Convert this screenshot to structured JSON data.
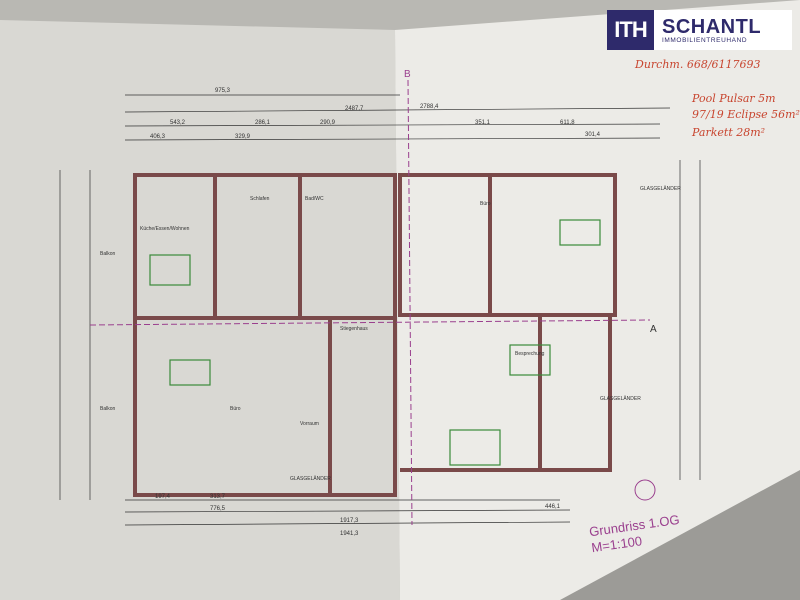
{
  "logo": {
    "mark": "ITH",
    "name": "SCHANTL",
    "subtitle": "IMMOBILIENTREUHAND"
  },
  "annotations": {
    "note1": "Durchm. 668/6117693",
    "note2": "Pool Pulsar 5m",
    "note3": "97/19 Eclipse 56m²",
    "note4": "Parkett 28m²"
  },
  "plan": {
    "title": "Grundriss 1.OG",
    "scale": "M=1:100",
    "section_label_a": "A",
    "section_label_b": "B",
    "dimensions": [
      "975,3",
      "2487,7",
      "2788,4",
      "543,2",
      "286,1",
      "290,9",
      "351,1",
      "611,8",
      "406,3",
      "329,9",
      "301,4",
      "1917,3",
      "1941,3",
      "197,4",
      "313,7",
      "776,5",
      "446,1"
    ],
    "rooms": [
      "Küche/Essen/Wohnen",
      "Schlafen",
      "Bad/WC",
      "Balkon",
      "Büro",
      "Balkon",
      "Büro",
      "Stiegenhaus",
      "Vorraum",
      "Besprechung"
    ],
    "glass_labels": [
      "GLASGELÄNDER",
      "GLASGELÄNDER",
      "GLASGELÄNDER"
    ]
  }
}
